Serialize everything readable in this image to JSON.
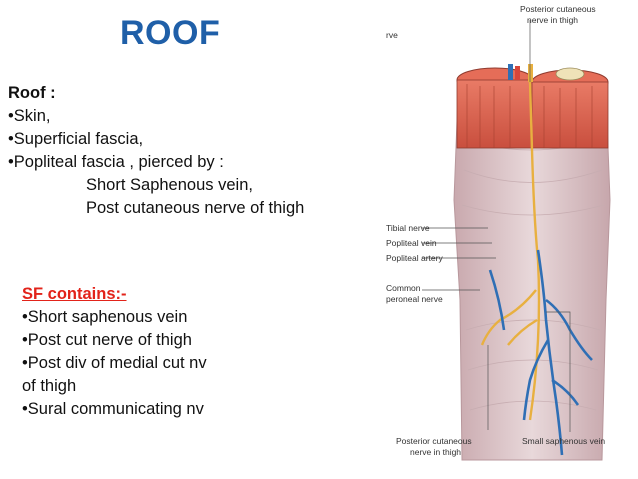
{
  "slide": {
    "title": "ROOF",
    "roof": {
      "heading": "Roof :",
      "items": [
        "•Skin,",
        "•Superficial fascia,",
        "•Popliteal fascia , pierced by :"
      ],
      "pierced_by": [
        "Short Saphenous vein,",
        "Post cutaneous nerve of thigh"
      ]
    },
    "sf": {
      "heading": "SF contains:-",
      "items": [
        "•Short saphenous vein",
        "•Post cut nerve of thigh",
        "•Post div of medial cut nv",
        "of thigh",
        "•Sural communicating nv"
      ]
    }
  },
  "figure": {
    "labels": {
      "top_right_line1": "Posterior cutaneous",
      "top_right_line2": "nerve in thigh",
      "top_left": "rve",
      "tibial": "Tibial nerve",
      "popliteal_vein": "Popliteal vein",
      "popliteal_artery": "Popliteal artery",
      "common_line1": "Common",
      "common_line2": "peroneal nerve",
      "bottom_left_line1": "Posterior cutaneous",
      "bottom_left_line2": "nerve in thigh",
      "bottom_right": "Small saphenous vein"
    },
    "colors": {
      "muscle": "#e06a55",
      "vein": "#2f6fb5",
      "nerve": "#e8b040",
      "fascia": "#d9c3c6"
    }
  }
}
